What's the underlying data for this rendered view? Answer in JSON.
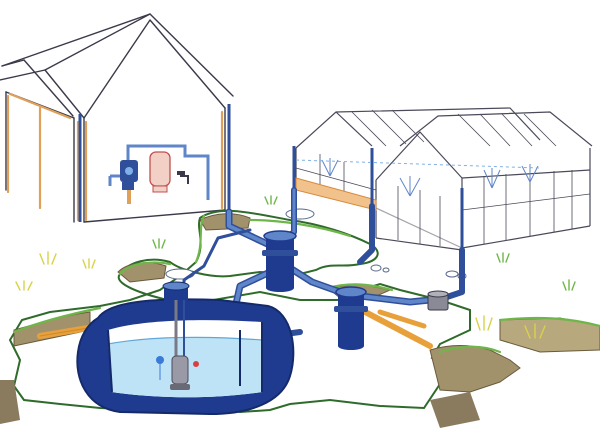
{
  "scene": {
    "components": [
      {
        "name": "house",
        "icon": "house-icon"
      },
      {
        "name": "greenhouse",
        "icon": "greenhouse-icon"
      },
      {
        "name": "underground-tank",
        "icon": "tank-icon"
      },
      {
        "name": "submersible-pump",
        "icon": "pump-icon"
      },
      {
        "name": "filter-shaft",
        "icon": "shaft-icon"
      },
      {
        "name": "overflow-shaft",
        "icon": "shaft-icon"
      },
      {
        "name": "pressure-vessel",
        "icon": "pressure-vessel-icon"
      },
      {
        "name": "tap",
        "icon": "tap-icon"
      }
    ],
    "colors": {
      "outline": "#3a3a4a",
      "pipe_blue": "#5f86c9",
      "pipe_dark": "#2f4f9a",
      "tank": "#1f3b8f",
      "water": "#bfe3f6",
      "wall_orange": "#e0a05a",
      "soil": "#8a7a5e",
      "grass": "#6fb64a",
      "grass_yellow": "#d8d24a",
      "drain_orange": "#e8a03a"
    }
  }
}
